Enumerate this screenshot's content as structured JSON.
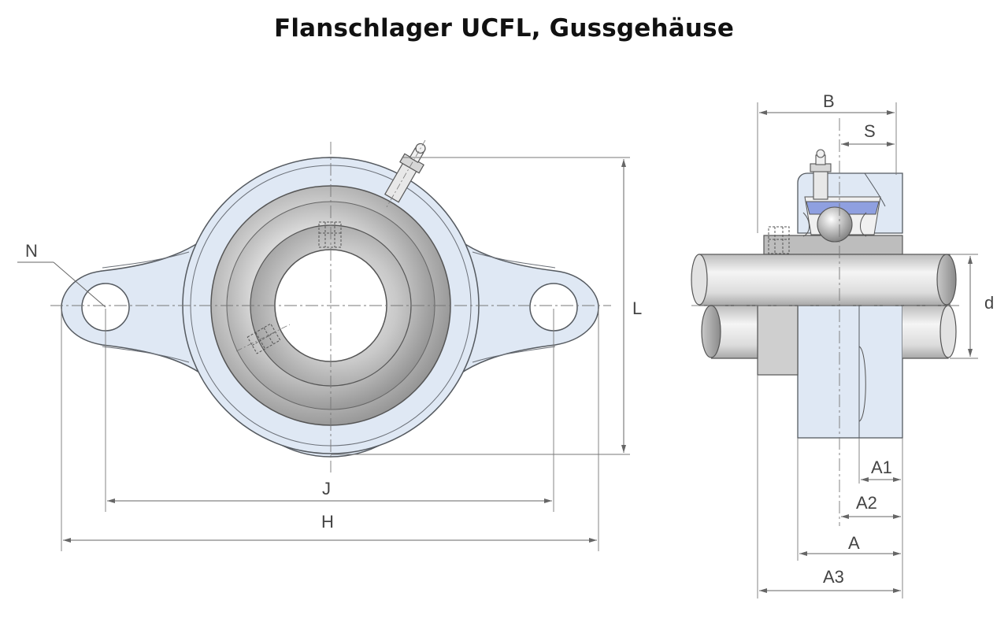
{
  "title": "Flanschlager UCFL, Gussgehäuse",
  "colors": {
    "housing_fill": "#dfe8f4",
    "housing_stroke": "#555a60",
    "bearing_steel_light": "#f2f2f2",
    "bearing_steel_dark": "#9a9a9a",
    "seal_blue": "#8fa0e0",
    "shaft_fill": "#e4e4e4",
    "dimension_line": "#666666"
  },
  "front_view": {
    "labels": {
      "N": "N",
      "J": "J",
      "H": "H",
      "L": "L"
    }
  },
  "side_view": {
    "labels": {
      "B": "B",
      "S": "S",
      "d": "d",
      "A1": "A1",
      "A2": "A2",
      "A": "A",
      "A3": "A3"
    }
  },
  "icons": {
    "grease_nipple": "grease-nipple-icon",
    "set_screw": "set-screw-icon"
  }
}
